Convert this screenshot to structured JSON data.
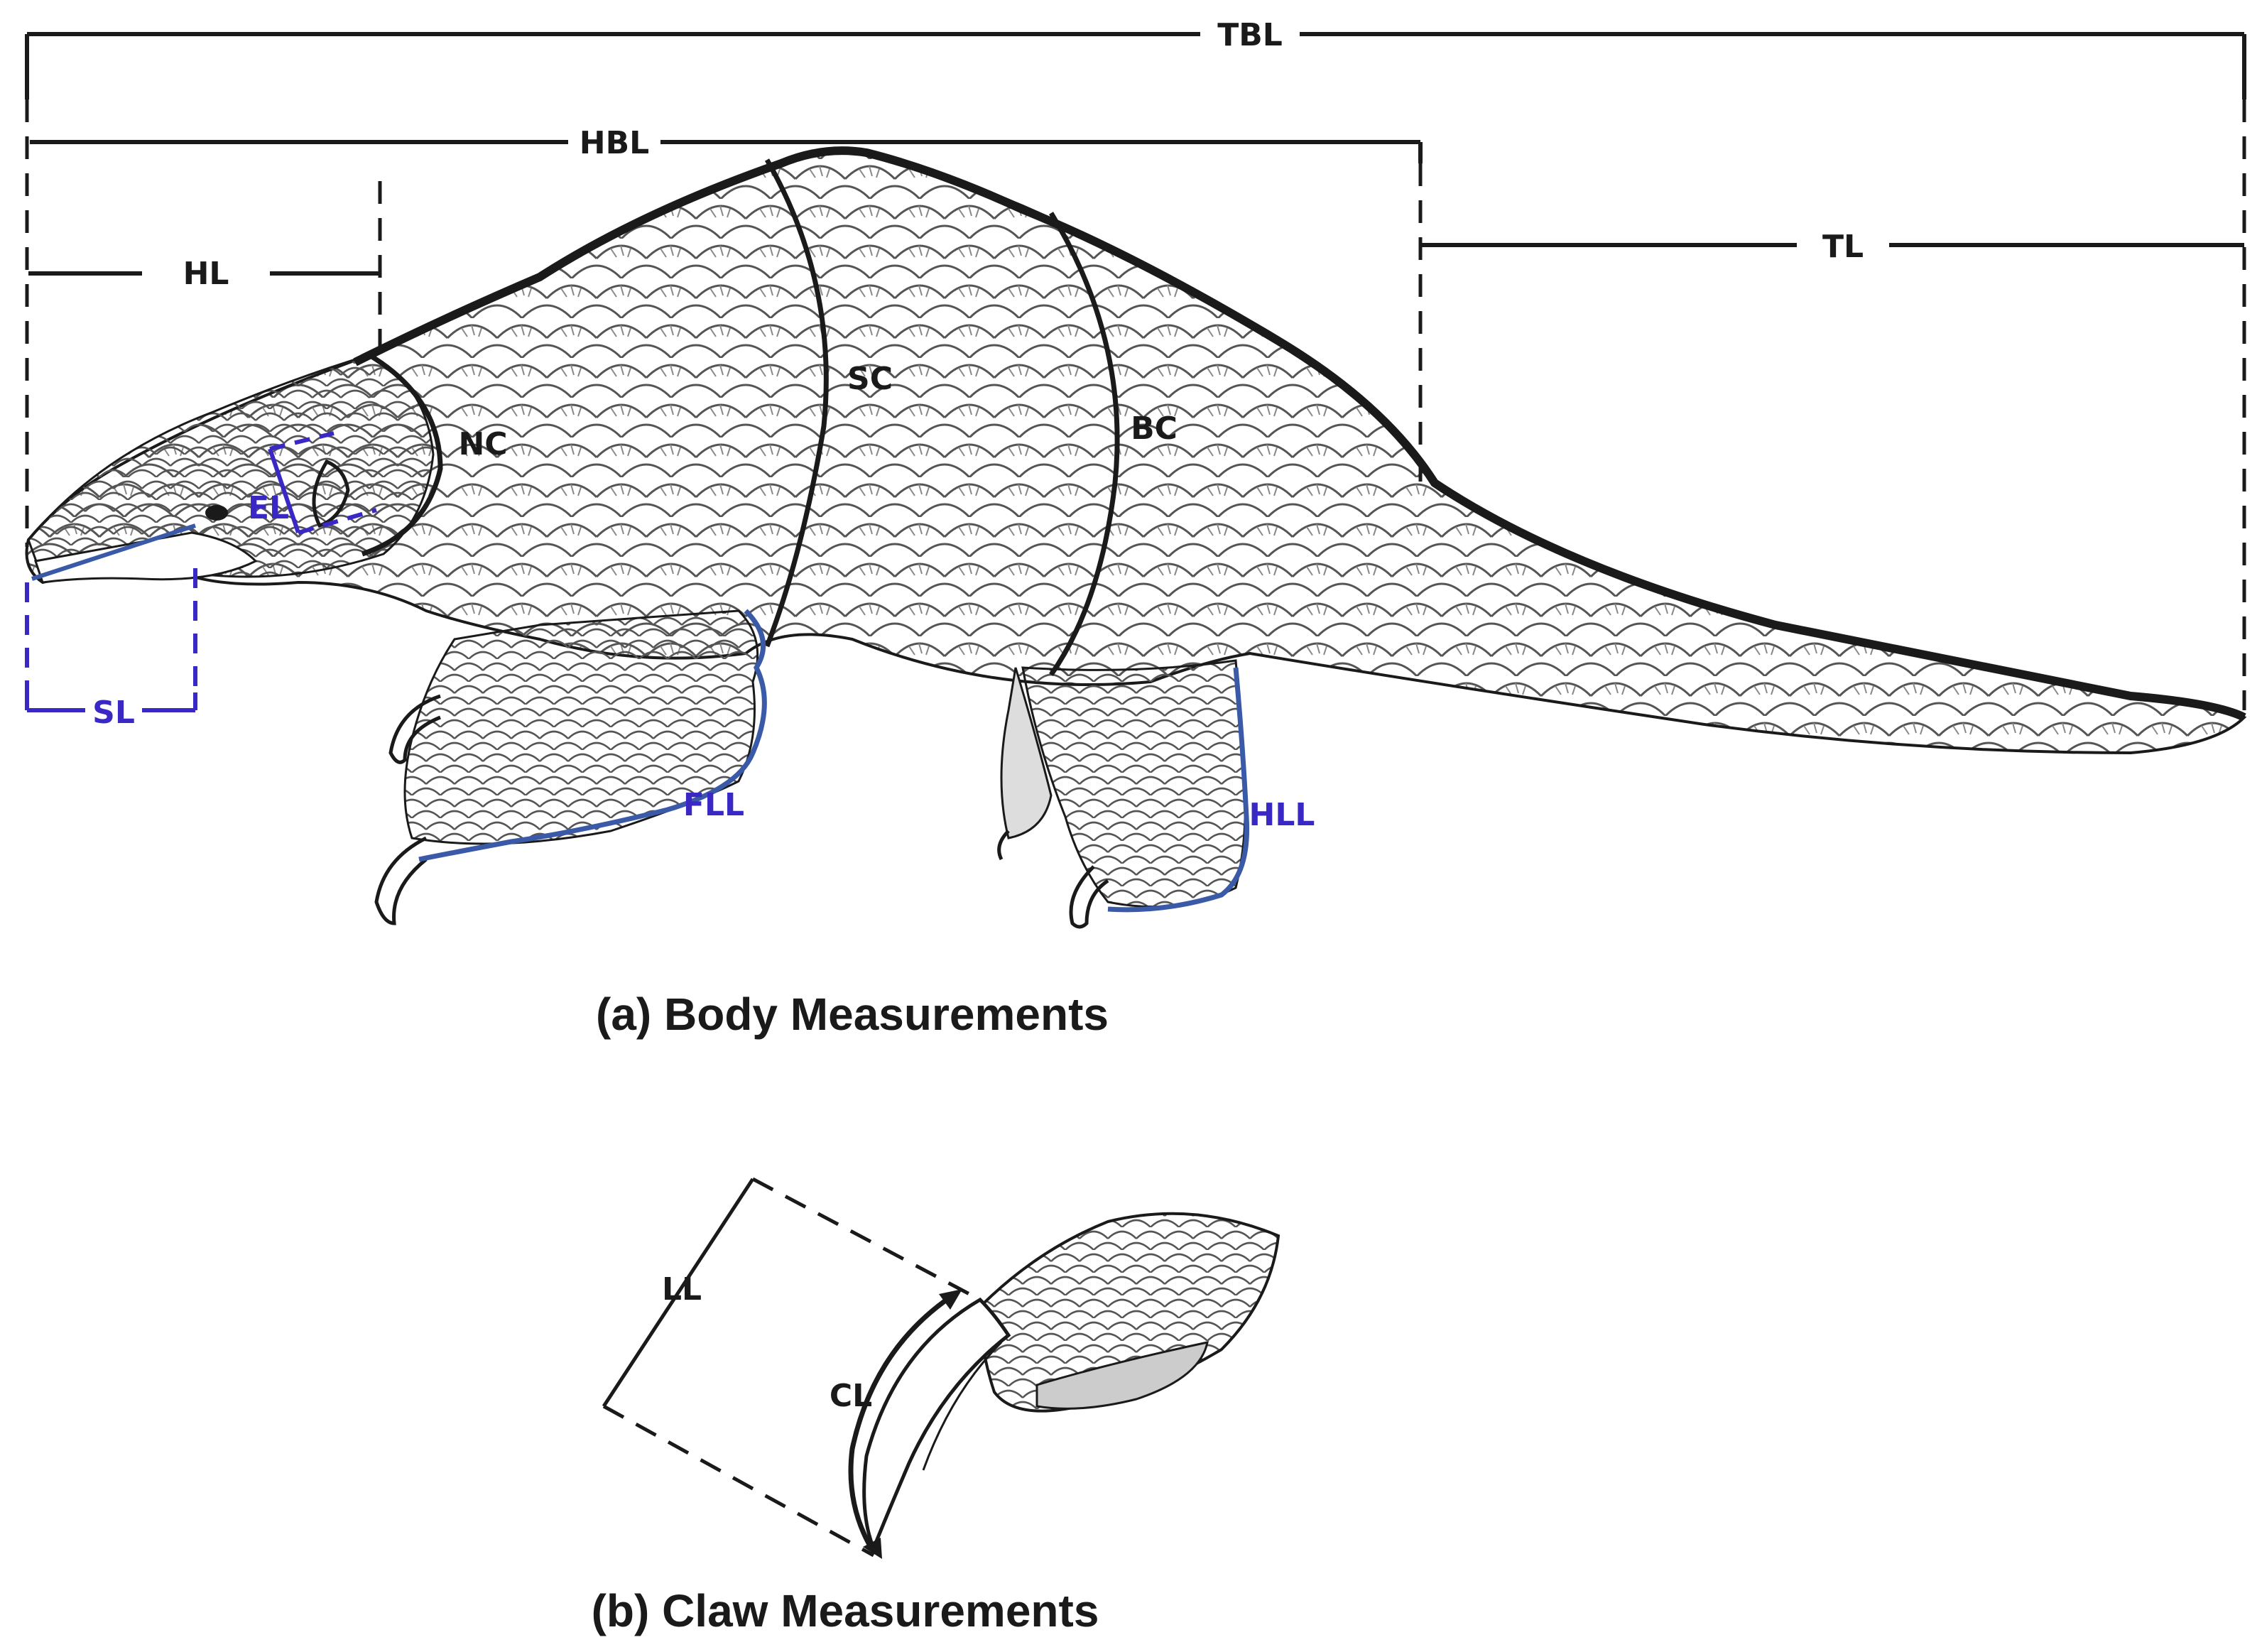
{
  "labels": {
    "tbl": "TBL",
    "hbl": "HBL",
    "hl": "HL",
    "tl": "TL",
    "nc": "NC",
    "sc": "SC",
    "bc": "BC",
    "el": "EL",
    "sl": "SL",
    "fll": "FLL",
    "hll": "HLL",
    "ll": "LL",
    "cl": "CL"
  },
  "captions": {
    "body": "(a) Body Measurements",
    "claw": "(b) Claw Measurements"
  },
  "colors": {
    "measure_black": "#1a1a1a",
    "measure_blue": "#3a28c4",
    "limb_outline_blue": "#3a5aa8"
  }
}
